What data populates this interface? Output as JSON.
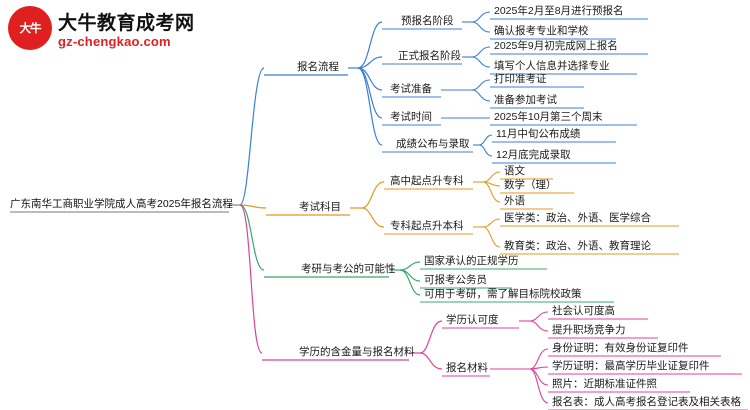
{
  "logo": {
    "mark_text": "大牛",
    "title": "大牛教育成考网",
    "subtitle": "gz-chengkao.com"
  },
  "mindmap": {
    "root": "广东南华工商职业学院成人高考2025年报名流程",
    "branches": [
      {
        "label": "报名流程",
        "color": "#3b7fd4",
        "children": [
          {
            "label": "预报名阶段",
            "items": [
              "2025年2月至8月进行预报名",
              "确认报考专业和学校"
            ]
          },
          {
            "label": "正式报名阶段",
            "items": [
              "2025年9月初完成网上报名",
              "填写个人信息并选择专业"
            ]
          },
          {
            "label": "考试准备",
            "items": [
              "打印准考证",
              "准备参加考试"
            ]
          },
          {
            "label": "考试时间",
            "items": [
              "2025年10月第三个周末"
            ]
          },
          {
            "label": "成绩公布与录取",
            "items": [
              "11月中旬公布成绩",
              "12月底完成录取"
            ]
          }
        ]
      },
      {
        "label": "考试科目",
        "color": "#e09a1e",
        "children": [
          {
            "label": "高中起点升专科",
            "items": [
              "语文",
              "数学（理）",
              "外语"
            ]
          },
          {
            "label": "专科起点升本科",
            "items": [
              "医学类：政治、外语、医学综合",
              "教育类：政治、外语、教育理论"
            ]
          }
        ]
      },
      {
        "label": "考研与考公的可能性",
        "color": "#3aa86b",
        "children": [
          {
            "label": "国家承认的正规学历",
            "items": []
          },
          {
            "label": "可报考公务员",
            "items": []
          },
          {
            "label": "可用于考研，需了解目标院校政策",
            "items": []
          }
        ]
      },
      {
        "label": "学历的含金量与报名材料",
        "color": "#e0409a",
        "children": [
          {
            "label": "学历认可度",
            "items": [
              "社会认可度高",
              "提升职场竞争力"
            ]
          },
          {
            "label": "报名材料",
            "items": [
              "身份证明：有效身份证复印件",
              "学历证明：最高学历毕业证复印件",
              "照片：近期标准证件照",
              "报名表：成人高考报名登记表及相关表格"
            ]
          }
        ]
      }
    ]
  }
}
